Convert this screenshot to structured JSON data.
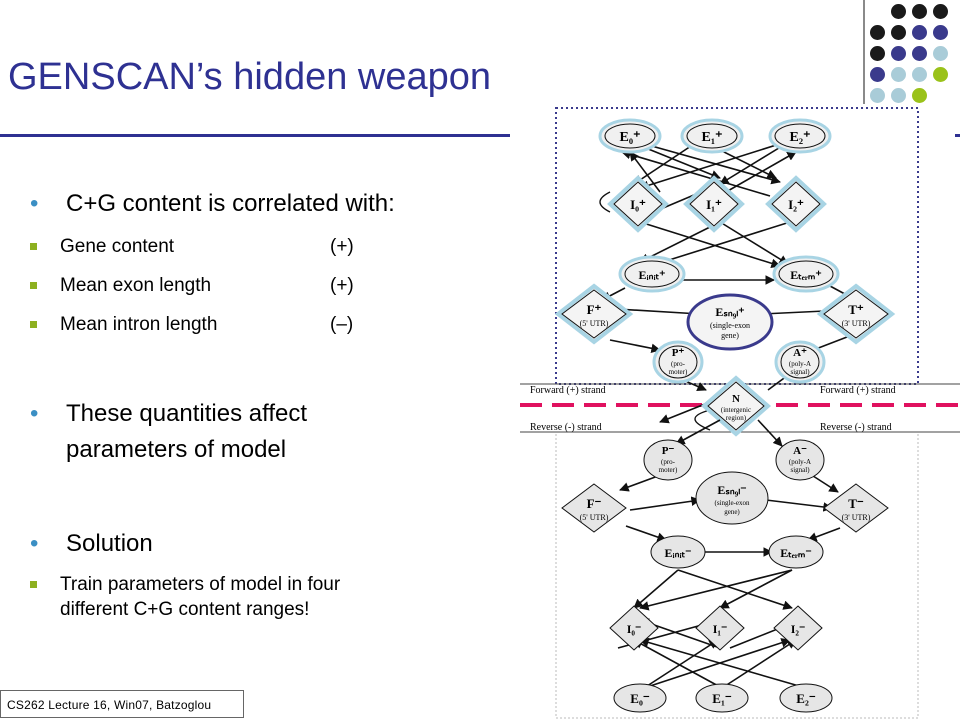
{
  "slide": {
    "title": "GENSCAN’s hidden weapon",
    "footer": "CS262 Lecture 16, Win07, Batzoglou"
  },
  "bullets": {
    "b1": "C+G content is correlated with:",
    "items": [
      {
        "label": "Gene content",
        "sign": "(+)"
      },
      {
        "label": "Mean exon length",
        "sign": "(+)"
      },
      {
        "label": "Mean intron length",
        "sign": "(–)"
      }
    ],
    "b2_line1": "These quantities affect",
    "b2_line2": "parameters of model",
    "b3": "Solution",
    "sol_line1": "Train parameters of model in four",
    "sol_line2": "different C+G content ranges!"
  },
  "diagram": {
    "strand_fwd_left": "Forward (+) strand",
    "strand_fwd_right": "Forward (+) strand",
    "strand_rev_left": "Reverse (-) strand",
    "strand_rev_right": "Reverse (-) strand",
    "top": {
      "E0": "E₀⁺",
      "E1": "E₁⁺",
      "E2": "E₂⁺",
      "I0": "I₀⁺",
      "I1": "I₁⁺",
      "I2": "I₂⁺",
      "Einit": "Eᵢₙᵢₜ⁺",
      "Eterm": "Eₜₑᵣₘ⁺",
      "F": "F⁺",
      "F_sub": "(5' UTR)",
      "T": "T⁺",
      "T_sub": "(3' UTR)",
      "Esngl": "Eₛₙ₉ₗ⁺",
      "Esngl_sub1": "(single-exon",
      "Esngl_sub2": "gene)",
      "P": "P⁺",
      "P_sub1": "(pro-",
      "P_sub2": "moter)",
      "A": "A⁺",
      "A_sub1": "(poly-A",
      "A_sub2": "signal)"
    },
    "N": "N",
    "N_sub1": "(intergenic",
    "N_sub2": "region)",
    "bottom": {
      "P": "P⁻",
      "P_sub1": "(pro-",
      "P_sub2": "moter)",
      "A": "A⁻",
      "A_sub1": "(poly-A",
      "A_sub2": "signal)",
      "F": "F⁻",
      "F_sub": "(5' UTR)",
      "T": "T⁻",
      "T_sub": "(3' UTR)",
      "Esngl": "Eₛₙ₉ₗ⁻",
      "Esngl_sub1": "(single-exon",
      "Esngl_sub2": "gene)",
      "Einit": "Eᵢₙᵢₜ⁻",
      "Eterm": "Eₜₑᵣₘ⁻",
      "I0": "I₀⁻",
      "I1": "I₁⁻",
      "I2": "I₂⁻",
      "E0": "E₀⁻",
      "E1": "E₁⁻",
      "E2": "E₂⁻"
    }
  },
  "colors": {
    "title": "#2e3192",
    "bullet_marker": "#3b8fc4",
    "sub_bullet": "#8db020",
    "dot_dark": "#1a1a1a",
    "dot_navy": "#3a3a8c",
    "dot_light": "#a9ccd8",
    "dot_green": "#9ac21a",
    "strand_dash": "#e0115f",
    "highlight_box": "#a8d4e4"
  }
}
